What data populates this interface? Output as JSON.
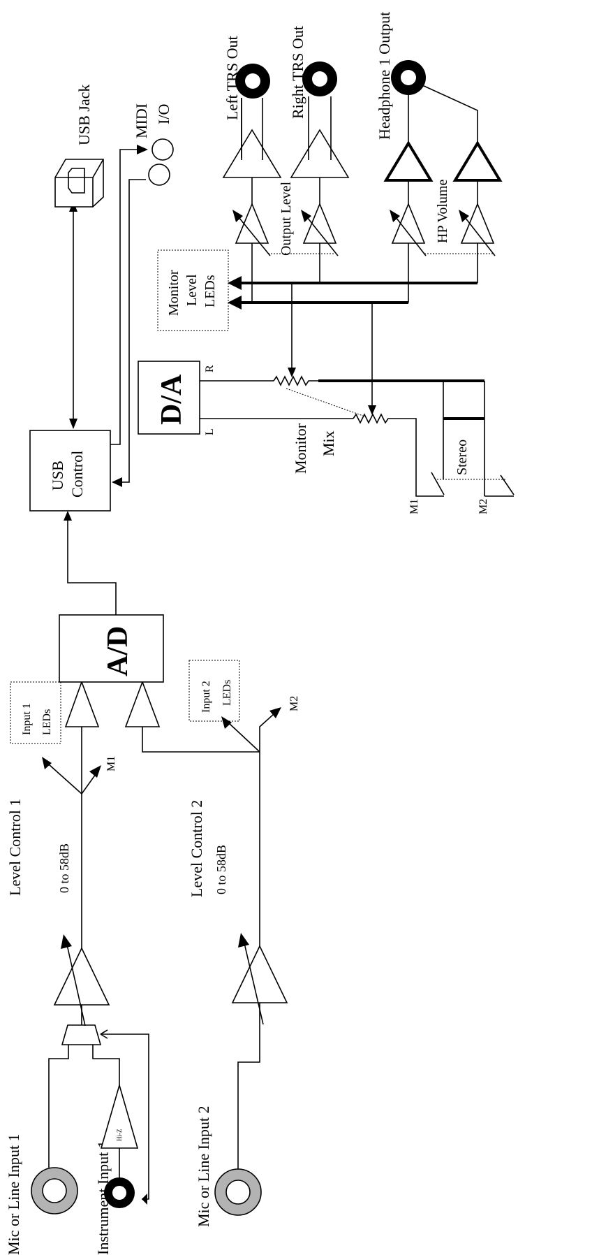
{
  "labels": {
    "mic_line_input_1": "Mic or Line Input 1",
    "instrument_input_1": "Instrument Input 1",
    "hiz": "Hi-Z",
    "level_control_1": "Level Control 1",
    "gain_range_1": "0 to 58dB",
    "input1_leds_a": "Input 1",
    "input1_leds_b": "LEDs",
    "m1_send": "M1",
    "mic_line_input_2": "Mic or Line Input 2",
    "level_control_2": "Level Control 2",
    "gain_range_2": "0 to 58dB",
    "input2_leds_a": "Input 2",
    "input2_leds_b": "LEDs",
    "m2_send": "M2",
    "ad": "A/D",
    "usb_control_a": "USB",
    "usb_control_b": "Control",
    "usb_jack": "USB Jack",
    "midi_a": "MIDI",
    "midi_b": "I/O",
    "da": "D/A",
    "da_r": "R",
    "da_l": "L",
    "monitor": "Monitor",
    "mix": "Mix",
    "m1_switch": "M1",
    "m2_switch": "M2",
    "stereo": "Stereo",
    "monitor_leds_a": "Monitor",
    "monitor_leds_b": "Level",
    "monitor_leds_c": "LEDs",
    "output_level": "Output Level",
    "hp_volume": "HP Volume",
    "left_trs_out": "Left TRS Out",
    "right_trs_out": "Right TRS Out",
    "headphone_1_output": "Headphone 1 Output"
  },
  "colors": {
    "line": "#000000",
    "jack_ring_gray": "#b3b3b3",
    "background": "#ffffff"
  }
}
